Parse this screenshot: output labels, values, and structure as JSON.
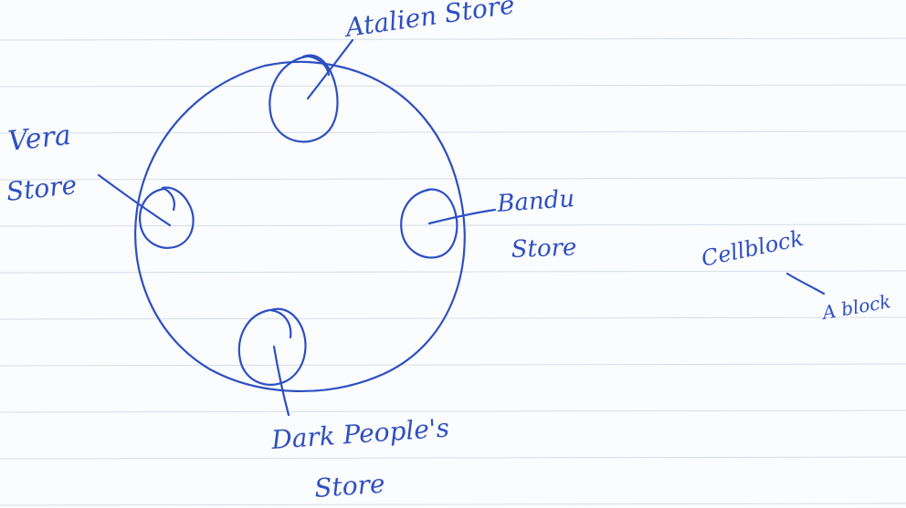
{
  "labels": {
    "top_store": "Atalien Store",
    "left_store_line1": "Vera",
    "left_store_line2": "Store",
    "right_store_line1": "Bandu",
    "right_store_line2": "Store",
    "bottom_store_line1": "Dark People's",
    "bottom_store_line2": "Store",
    "cellblock": "Cellblock",
    "a_block": "A block"
  },
  "colors": {
    "ink": "#2d4fc2",
    "paper": "#fbfcfd",
    "ruled_lines": "#c9d3df"
  }
}
